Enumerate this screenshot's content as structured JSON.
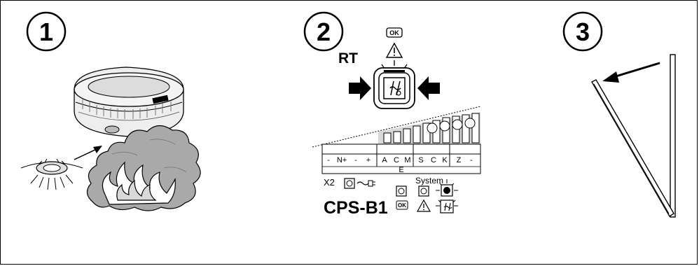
{
  "steps": {
    "step1": "1",
    "step2": "2",
    "step3": "3"
  },
  "panel2": {
    "rt_label": "RT",
    "ok_top": "OK",
    "terminal_labels": [
      "-",
      "N+",
      "-",
      "+",
      "A",
      "C",
      "M",
      "S",
      "C",
      "K",
      "Z",
      "-"
    ],
    "bus_label": "E",
    "x2_label": "X2",
    "system_label": "System",
    "device_label": "CPS-B1",
    "ok_bottom": "OK"
  },
  "colors": {
    "line": "#000000",
    "smoke": "#a9a9a9",
    "smoke_dark": "#8c8c8c",
    "flame": "#ffffff",
    "detector_body": "#e6e6e6",
    "detector_shade": "#c8c8c8"
  },
  "icons": [
    "circle-number-icon",
    "smoke-detector-icon",
    "smoke-cloud-icon",
    "flame-icon",
    "arrow-icon",
    "fire-button-icon",
    "warning-triangle-icon",
    "plug-icon",
    "led-icon",
    "panel-lid-icon"
  ]
}
